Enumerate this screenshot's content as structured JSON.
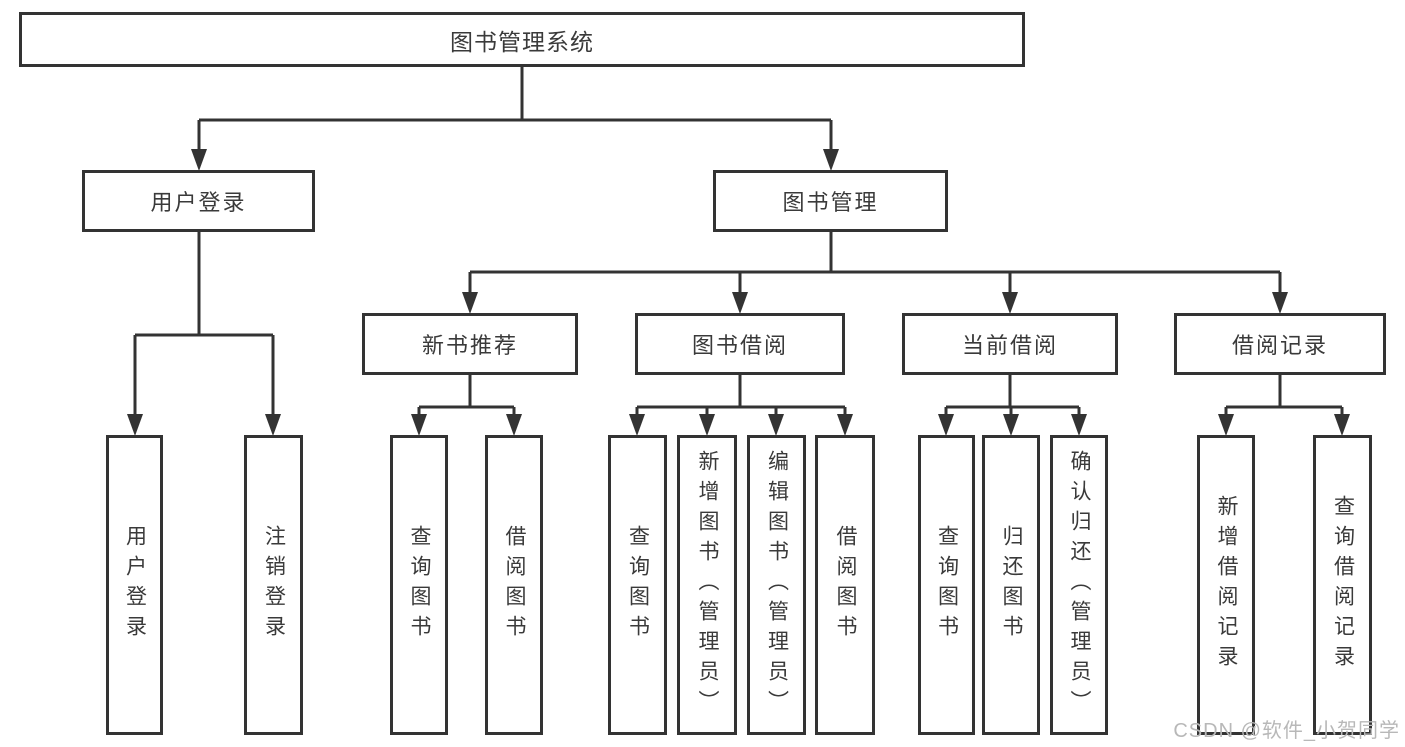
{
  "diagram": {
    "tree": {
      "label": "图书管理系统",
      "children": [
        {
          "label": "用户登录",
          "children": [
            {
              "label": "用户登录"
            },
            {
              "label": "注销登录"
            }
          ]
        },
        {
          "label": "图书管理",
          "children": [
            {
              "label": "新书推荐",
              "children": [
                {
                  "label": "查询图书"
                },
                {
                  "label": "借阅图书"
                }
              ]
            },
            {
              "label": "图书借阅",
              "children": [
                {
                  "label": "查询图书"
                },
                {
                  "label": "新增图书（管理员）"
                },
                {
                  "label": "编辑图书（管理员）"
                },
                {
                  "label": "借阅图书"
                }
              ]
            },
            {
              "label": "当前借阅",
              "children": [
                {
                  "label": "查询图书"
                },
                {
                  "label": "归还图书"
                },
                {
                  "label": "确认归还（管理员）"
                }
              ]
            },
            {
              "label": "借阅记录",
              "children": [
                {
                  "label": "新增借阅记录"
                },
                {
                  "label": "查询借阅记录"
                }
              ]
            }
          ]
        }
      ]
    },
    "watermark": "CSDN @软件_小贺同学",
    "colors": {
      "line": "#333333",
      "box_border": "#333333",
      "box_background": "#ffffff",
      "text": "#3a3a3a",
      "page_background": "#ffffff",
      "watermark_text": "#b8b8b8"
    }
  }
}
